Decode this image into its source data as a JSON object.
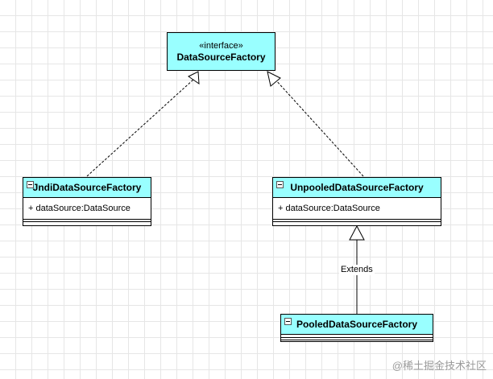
{
  "diagram": {
    "interface": {
      "stereotype": "«interface»",
      "name": "DataSourceFactory"
    },
    "classes": [
      {
        "name": "JndiDataSourceFactory",
        "attribute": "+ dataSource:DataSource"
      },
      {
        "name": "UnpooledDataSourceFactory",
        "attribute": "+ dataSource:DataSource"
      },
      {
        "name": "PooledDataSourceFactory"
      }
    ],
    "edges": [
      {
        "from": "JndiDataSourceFactory",
        "to": "DataSourceFactory",
        "kind": "realization"
      },
      {
        "from": "UnpooledDataSourceFactory",
        "to": "DataSourceFactory",
        "kind": "realization"
      },
      {
        "from": "PooledDataSourceFactory",
        "to": "UnpooledDataSourceFactory",
        "kind": "generalization",
        "label": "Extends"
      }
    ],
    "colors": {
      "node_fill": "#99ffff",
      "line": "#000000",
      "grid": "#e6e6e6"
    }
  },
  "watermark": "@稀土掘金技术社区"
}
